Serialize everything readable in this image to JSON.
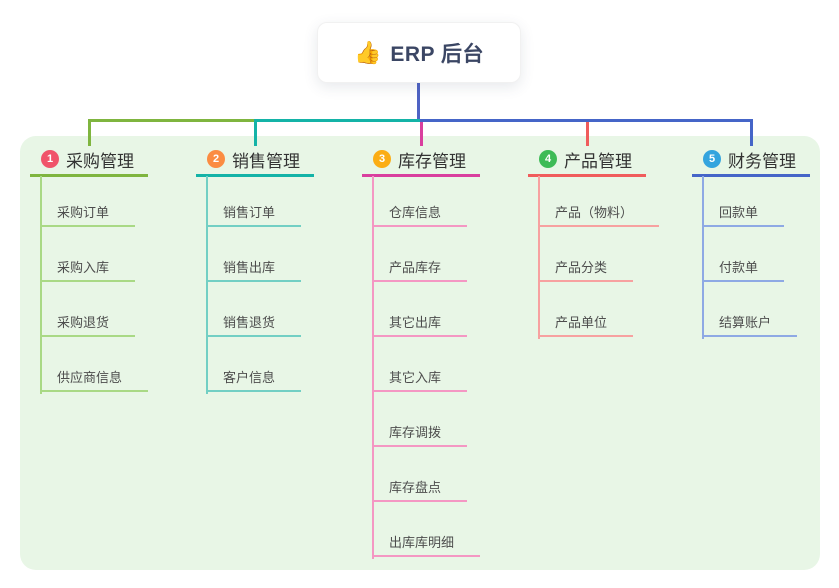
{
  "root": {
    "emoji": "👍",
    "label": "ERP 后台"
  },
  "colors": {
    "canvas": "#ffffff",
    "panel_background": "#e8f6e6",
    "trunk": "#4f63c4",
    "root_text": "#3b4664",
    "header_text": "#333333",
    "child_text": "#4d4d4d"
  },
  "icons": {
    "root_icon": "thumbs-up-emoji"
  },
  "branches": [
    {
      "index": "1",
      "label": "采购管理",
      "badge_color": "#f0546a",
      "line_color": "#7fb53f",
      "child_line_color": "#a9d985",
      "children": [
        "采购订单",
        "采购入库",
        "采购退货",
        "供应商信息"
      ]
    },
    {
      "index": "2",
      "label": "销售管理",
      "badge_color": "#fb8c42",
      "line_color": "#14b3a7",
      "child_line_color": "#72cfc4",
      "children": [
        "销售订单",
        "销售出库",
        "销售退货",
        "客户信息"
      ]
    },
    {
      "index": "3",
      "label": "库存管理",
      "badge_color": "#fbad14",
      "line_color": "#d93f9e",
      "child_line_color": "#f497c3",
      "children": [
        "仓库信息",
        "产品库存",
        "其它出库",
        "其它入库",
        "库存调拨",
        "库存盘点",
        "出库库明细"
      ]
    },
    {
      "index": "4",
      "label": "产品管理",
      "badge_color": "#3dbb56",
      "line_color": "#f05c5c",
      "child_line_color": "#f7a1a0",
      "children": [
        "产品（物料）",
        "产品分类",
        "产品单位"
      ]
    },
    {
      "index": "5",
      "label": "财务管理",
      "badge_color": "#34a4de",
      "line_color": "#4565c8",
      "child_line_color": "#8ea9e4",
      "children": [
        "回款单",
        "付款单",
        "结算账户"
      ]
    }
  ]
}
